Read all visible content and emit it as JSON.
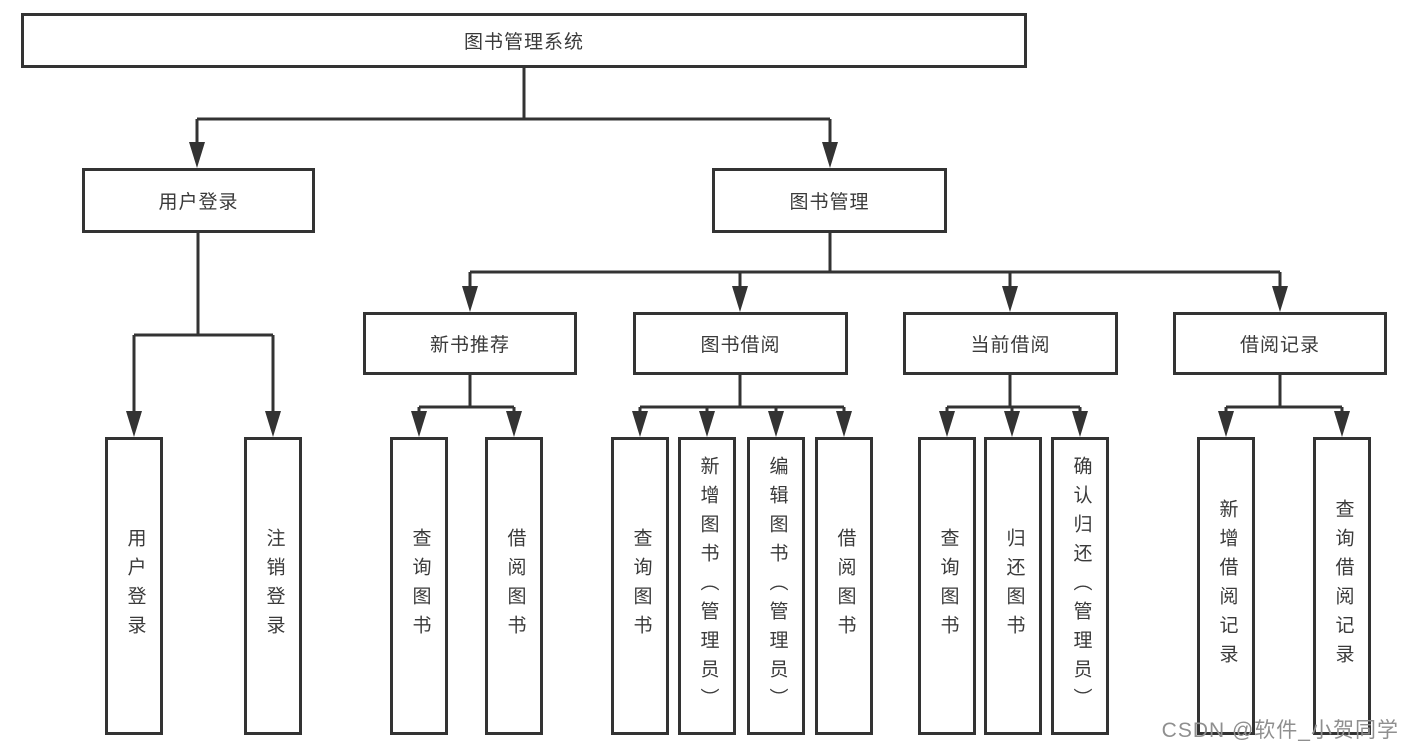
{
  "diagram": {
    "root": {
      "label": "图书管理系统"
    },
    "children": [
      {
        "label": "用户登录",
        "children": [
          "用户登录",
          "注销登录"
        ]
      },
      {
        "label": "图书管理",
        "children": [
          {
            "label": "新书推荐",
            "children": [
              "查询图书",
              "借阅图书"
            ]
          },
          {
            "label": "图书借阅",
            "children": [
              "查询图书",
              "新增图书（管理员）",
              "编辑图书（管理员）",
              "借阅图书"
            ]
          },
          {
            "label": "当前借阅",
            "children": [
              "查询图书",
              "归还图书",
              "确认归还（管理员）"
            ]
          },
          {
            "label": "借阅记录",
            "children": [
              "新增借阅记录",
              "查询借阅记录"
            ]
          }
        ]
      }
    ]
  },
  "watermark": {
    "text": "CSDN @软件_小贺同学",
    "color": "#8f8f8f"
  },
  "colors": {
    "line": "#333333",
    "text": "#3a3a3a",
    "background": "#ffffff"
  }
}
